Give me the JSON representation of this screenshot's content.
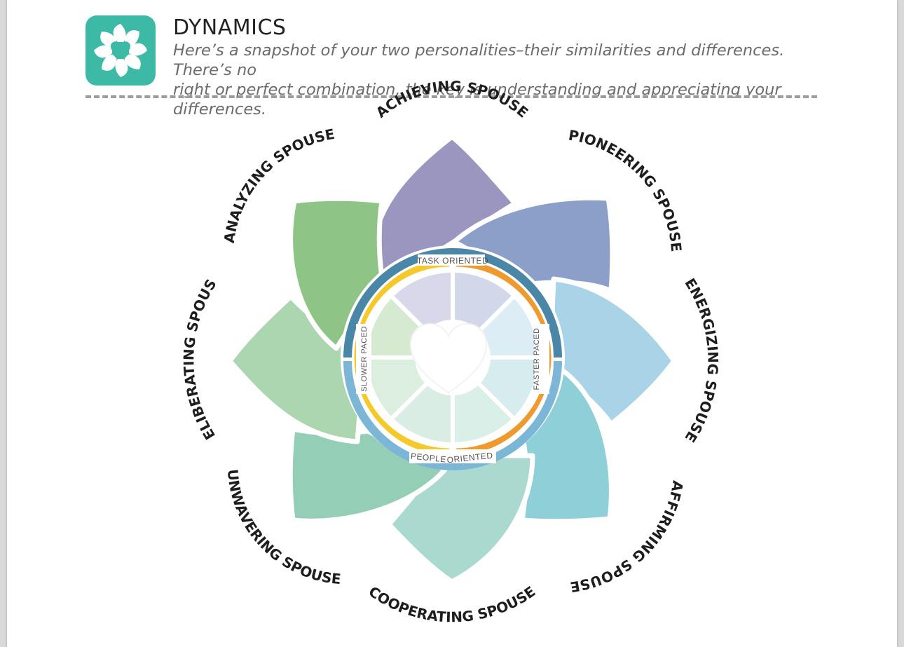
{
  "header": {
    "title": "DYNAMICS",
    "subtitle_line1": "Here’s a snapshot of your two personalities–their similarities and differences. There’s no",
    "subtitle_line2": "right or perfect combination, the key is understanding and appreciating your differences.",
    "logo_icon": "flower-heart-icon"
  },
  "wheel": {
    "center_icon": "heart-icon",
    "petals": [
      {
        "label": "ACHIEVING SPOUSE",
        "color": "#9b96bf"
      },
      {
        "label": "PIONEERING SPOUSE",
        "color": "#8c9fc8"
      },
      {
        "label": "ENERGIZING SPOUSE",
        "color": "#a9d3e6"
      },
      {
        "label": "AFFIRMING SPOUSE",
        "color": "#8ecfd8"
      },
      {
        "label": "COOPERATING SPOUSE",
        "color": "#a9d9cf"
      },
      {
        "label": "UNWAVERING SPOUSE",
        "color": "#94ceb6"
      },
      {
        "label": "DELIBERATING SPOUSE",
        "color": "#acd6b0"
      },
      {
        "label": "ANALYZING SPOUSE",
        "color": "#8ec586"
      }
    ],
    "axes": {
      "top": "TASK ORIENTED",
      "bottom_left": "PEOPLE",
      "bottom_right": "ORIENTED",
      "left": "SLOWER PACED",
      "right": "FASTER PACED"
    },
    "ring_colors": {
      "task": "#4a86a8",
      "people": "#7cb6d6",
      "slower": "#f5c929",
      "faster": "#ef9a2e"
    }
  }
}
